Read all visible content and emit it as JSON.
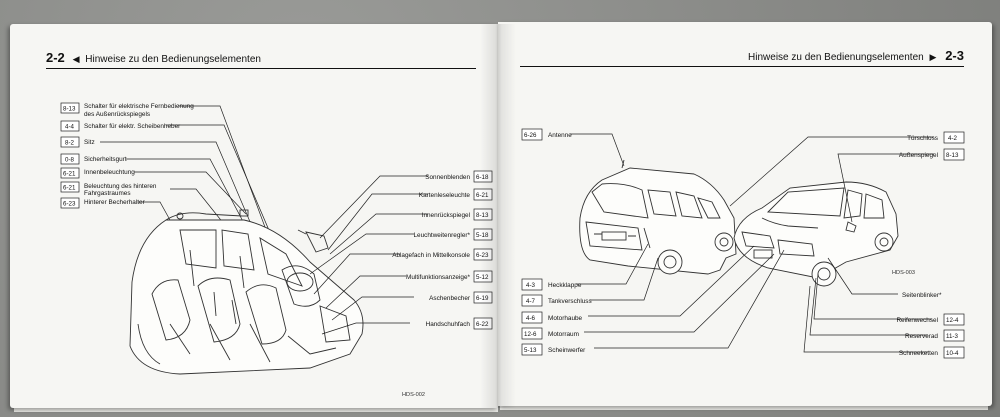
{
  "left_page": {
    "page_number": "2-2",
    "arrow": "◀",
    "title": "Hinweise zu den Bedienungselementen",
    "figure_code": "HDS-002",
    "left_callouts": [
      {
        "code": "8-13",
        "line1": "Schalter für elektrische Fernbedienung",
        "line2": "des Außenrückspiegels"
      },
      {
        "code": "4-4",
        "line1": "Schalter für elektr. Scheibenheber",
        "line2": ""
      },
      {
        "code": "8-2",
        "line1": "Sitz",
        "line2": ""
      },
      {
        "code": "0-8",
        "line1": "Sicherheitsgurt",
        "line2": ""
      },
      {
        "code": "6-21",
        "line1": "Innenbeleuchtung",
        "line2": ""
      },
      {
        "code": "6-21",
        "line1": "Beleuchtung des hinteren",
        "line2": "Fahrgastraumes"
      },
      {
        "code": "6-23",
        "line1": "Hinterer Becherhalter",
        "line2": ""
      }
    ],
    "right_callouts": [
      {
        "label": "Sonnenblenden",
        "code": "6-18"
      },
      {
        "label": "Kartenleseleuchte",
        "code": "6-21"
      },
      {
        "label": "Innenrückspiegel",
        "code": "8-13"
      },
      {
        "label": "Leuchtweitenregler*",
        "code": "5-18"
      },
      {
        "label": "Ablagefach in Mittelkonsole",
        "code": "6-23"
      },
      {
        "label": "Multifunktionsanzeige*",
        "code": "5-12"
      },
      {
        "label": "Aschenbecher",
        "code": "6-19"
      },
      {
        "label": "Handschuhfach",
        "code": "6-22"
      }
    ]
  },
  "right_page": {
    "page_number": "2-3",
    "arrow": "▶",
    "title": "Hinweise zu den Bedienungselementen",
    "figure_code": "HDS-003",
    "left_callouts": [
      {
        "code": "6-26",
        "label": "Antenne"
      },
      {
        "code": "4-3",
        "label": "Heckklappe"
      },
      {
        "code": "4-7",
        "label": "Tankverschluss"
      },
      {
        "code": "4-6",
        "label": "Motorhaube"
      },
      {
        "code": "12-6",
        "label": "Motorraum"
      },
      {
        "code": "5-13",
        "label": "Scheinwerfer"
      }
    ],
    "right_callouts": [
      {
        "label": "Türschloss",
        "code": "4-2"
      },
      {
        "label": "Außenspiegel",
        "code": "8-13"
      },
      {
        "label": "Seitenblinker*",
        "code": ""
      },
      {
        "label": "Reifenwechsel",
        "code": "12-4"
      },
      {
        "label": "Reserverad",
        "code": "11-3"
      },
      {
        "label": "Schneeketten",
        "code": "10-4"
      }
    ]
  }
}
